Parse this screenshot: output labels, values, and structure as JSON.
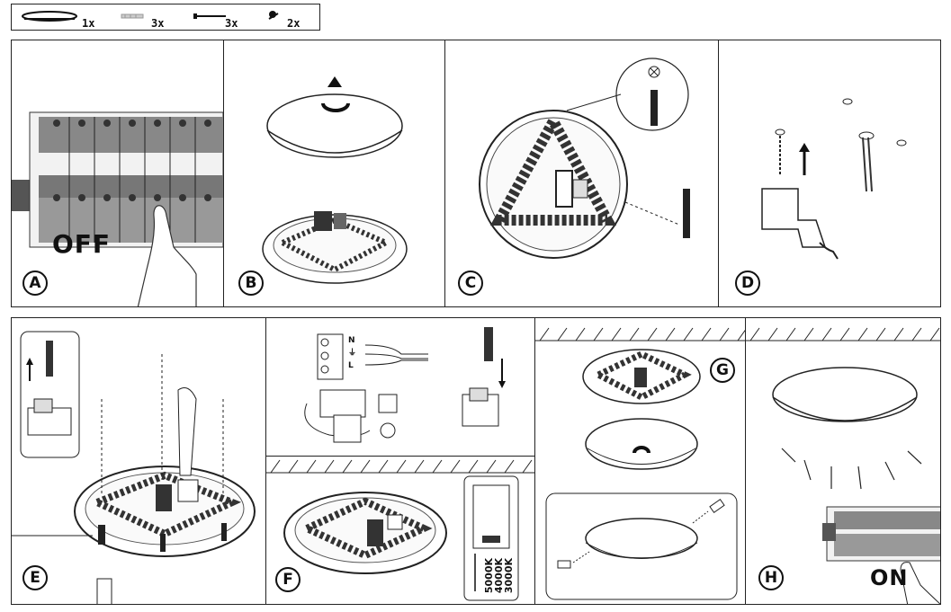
{
  "parts": [
    {
      "icon": "ceiling-lamp-icon",
      "qty": "1x"
    },
    {
      "icon": "wall-plug-icon",
      "qty": "3x"
    },
    {
      "icon": "screw-icon",
      "qty": "3x"
    },
    {
      "icon": "cable-clip-icon",
      "qty": "2x"
    }
  ],
  "steps": {
    "a": {
      "letter": "A",
      "label": "OFF"
    },
    "b": {
      "letter": "B"
    },
    "c": {
      "letter": "C"
    },
    "d": {
      "letter": "D"
    },
    "e": {
      "letter": "E"
    },
    "f": {
      "letter": "F",
      "cct": [
        "3000K",
        "4000K",
        "5000K"
      ]
    },
    "g": {
      "letter": "G"
    },
    "h": {
      "letter": "H",
      "label": "ON"
    }
  },
  "terminal_labels": [
    "N",
    "⏚",
    "L"
  ],
  "accent_color": "#111111"
}
